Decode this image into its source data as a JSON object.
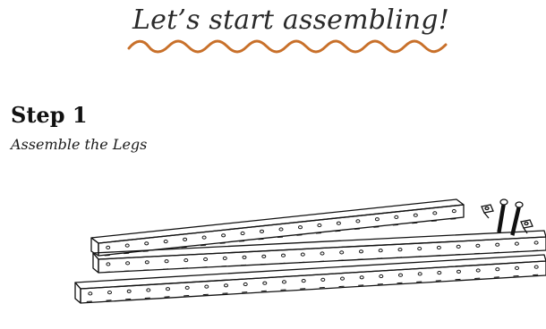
{
  "page": {
    "headline": "Let’s start assembling!",
    "accent_color": "#c8702a"
  },
  "step": {
    "title": "Step 1",
    "subtitle": "Assemble the Legs"
  },
  "illustration": {
    "parts": [
      {
        "name": "leg-rail",
        "count": 3
      },
      {
        "name": "bolt",
        "count": 2
      },
      {
        "name": "nut",
        "count": 2
      }
    ]
  }
}
